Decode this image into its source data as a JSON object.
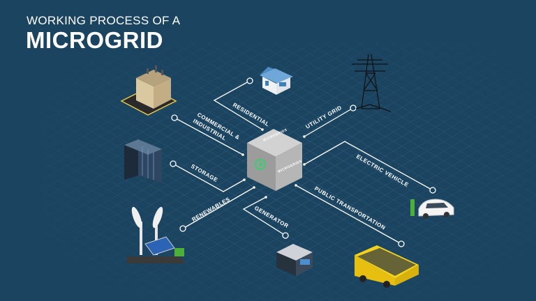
{
  "title": {
    "line1": "WORKING PROCESS OF A",
    "line2": "MICROGRID"
  },
  "hub": {
    "face_label": "MICROGRIDS",
    "icon": "lightning-bolt-icon",
    "icon_color": "#2fd36a"
  },
  "nodes": {
    "residential": "RESIDENTIAL",
    "utility_grid": "UTILITY GRID",
    "commercial": "COMMERCIAL &",
    "commercial2": "INDUSTRIAL",
    "storage": "STORAGE",
    "renewables": "RENEWABLES",
    "generator": "GENERATOR",
    "public_transport": "PUBLIC TRANSPORTATION",
    "electric_vehicle": "ELECTRIC VEHICLE"
  },
  "colors": {
    "background": "#1b4461",
    "grid": "#2e5a78",
    "lines": "#ffffff"
  }
}
